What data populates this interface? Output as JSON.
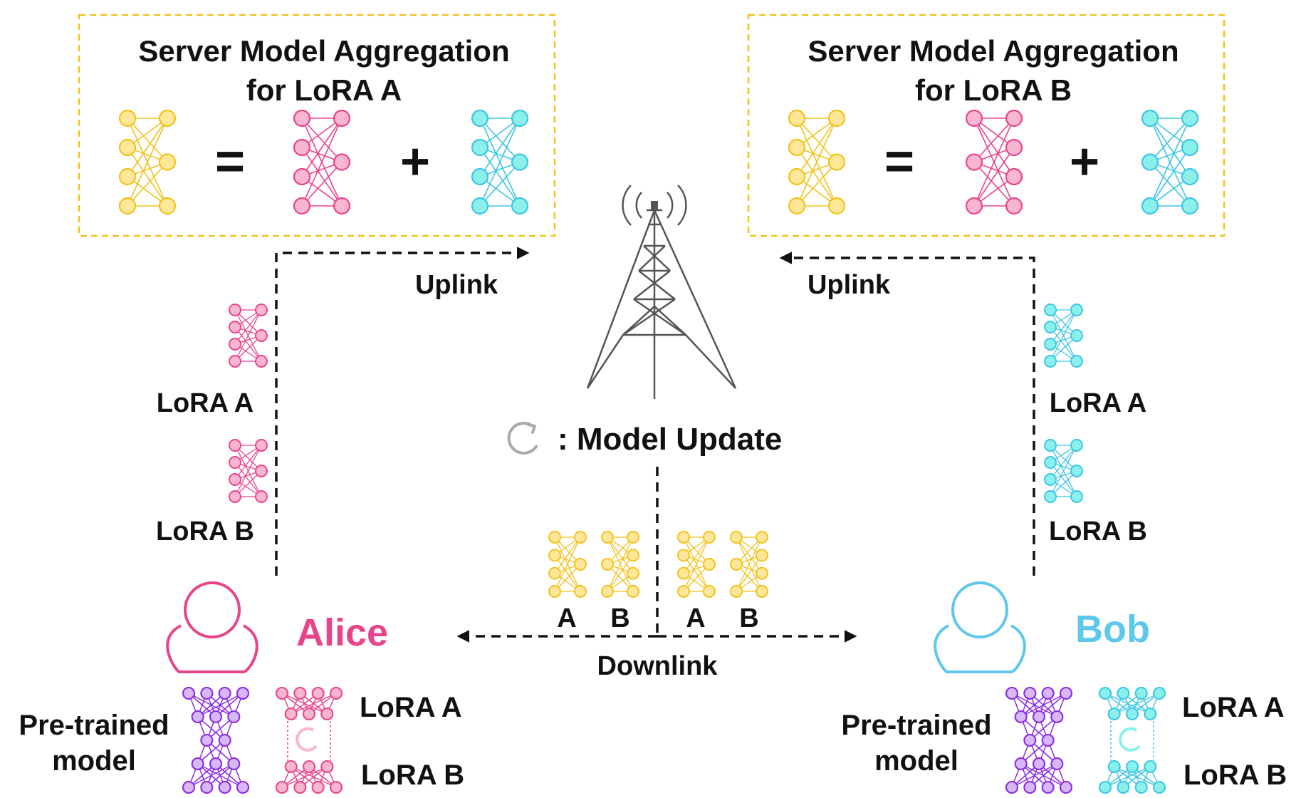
{
  "colors": {
    "yellow": "#f2c21b",
    "yellow_fill": "#ffe79a",
    "pink": "#e8448c",
    "pink_fill": "#f8b6d2",
    "cyan": "#3cc6e6",
    "cyan_fill": "#8cf0ea",
    "purple": "#8a2be2",
    "purple_fill": "#d7b8f5",
    "alice": "#e8448c",
    "bob": "#5ec8ec",
    "box_border": "#f2c21b",
    "arrow": "#111111",
    "tower": "#555555",
    "update_icon": "#aaaaaa"
  },
  "left_box": {
    "title_line1": "Server Model Aggregation",
    "title_line2": "for LoRA A",
    "equals": "=",
    "plus": "+"
  },
  "right_box": {
    "title_line1": "Server Model Aggregation",
    "title_line2": "for LoRA B",
    "equals": "=",
    "plus": "+"
  },
  "uplink_left": "Uplink",
  "uplink_right": "Uplink",
  "downlink": "Downlink",
  "legend": {
    "text": ": Model Update",
    "icon": "refresh-icon"
  },
  "alice": {
    "name": "Alice",
    "uplink_lora_a": "LoRA A",
    "uplink_lora_b": "LoRA B",
    "pretrained_line1": "Pre-trained",
    "pretrained_line2": "model",
    "lora_a": "LoRA A",
    "lora_b": "LoRA B"
  },
  "bob": {
    "name": "Bob",
    "uplink_lora_a": "LoRA A",
    "uplink_lora_b": "LoRA B",
    "pretrained_line1": "Pre-trained",
    "pretrained_line2": "model",
    "lora_a": "LoRA A",
    "lora_b": "LoRA B"
  },
  "downlink_models": {
    "labels": [
      "A",
      "B",
      "A",
      "B"
    ]
  }
}
